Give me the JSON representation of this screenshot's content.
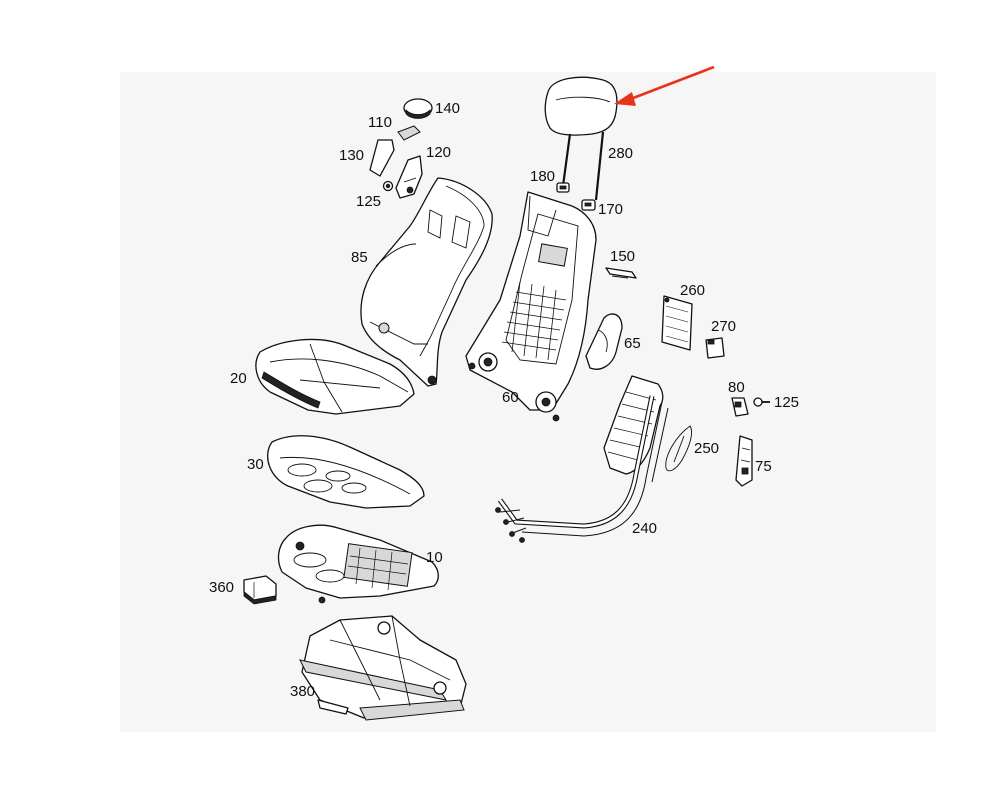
{
  "diagram": {
    "callouts": [
      {
        "id": "p140",
        "text": "140"
      },
      {
        "id": "p110",
        "text": "110"
      },
      {
        "id": "p130",
        "text": "130"
      },
      {
        "id": "p120",
        "text": "120"
      },
      {
        "id": "p125a",
        "text": "125"
      },
      {
        "id": "p85",
        "text": "85"
      },
      {
        "id": "p20",
        "text": "20"
      },
      {
        "id": "p30",
        "text": "30"
      },
      {
        "id": "p10",
        "text": "10"
      },
      {
        "id": "p360",
        "text": "360"
      },
      {
        "id": "p380",
        "text": "380"
      },
      {
        "id": "p180",
        "text": "180"
      },
      {
        "id": "p170",
        "text": "170"
      },
      {
        "id": "p280",
        "text": "280"
      },
      {
        "id": "p150",
        "text": "150"
      },
      {
        "id": "p260",
        "text": "260"
      },
      {
        "id": "p270",
        "text": "270"
      },
      {
        "id": "p65",
        "text": "65"
      },
      {
        "id": "p60",
        "text": "60"
      },
      {
        "id": "p80",
        "text": "80"
      },
      {
        "id": "p125b",
        "text": "125"
      },
      {
        "id": "p250",
        "text": "250"
      },
      {
        "id": "p75",
        "text": "75"
      },
      {
        "id": "p240",
        "text": "240"
      }
    ],
    "highlight_arrow_color": "#e8341c",
    "line_color": "#111111",
    "background_color": "#f6f6f6"
  }
}
